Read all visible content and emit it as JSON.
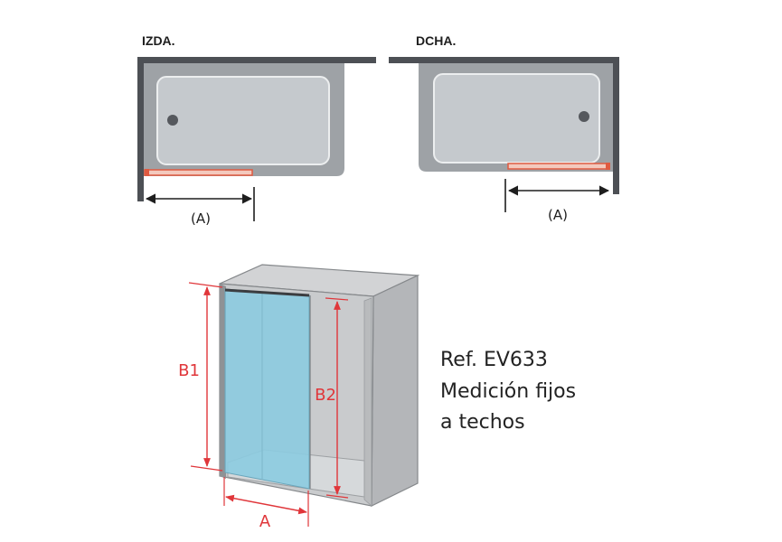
{
  "plans": [
    {
      "label": "IZDA.",
      "dimension": "(A)"
    },
    {
      "label": "DCHA.",
      "dimension": "(A)"
    }
  ],
  "elevation": {
    "width_label": "A",
    "height_fixed_label": "B1",
    "height_panel_label": "B2"
  },
  "caption": {
    "line1": "Ref. EV633",
    "line2": "Medición fijos",
    "line3": "a techos"
  },
  "colors": {
    "wall": "#4d5055",
    "tub": "#9ea2a6",
    "basin": "#c5c9cd",
    "screen_bar": "#e05a40",
    "dimension_red": "#e0363a",
    "glass_blue": "#8ccbe0"
  },
  "icons": [
    "drain-icon",
    "arrow-icon"
  ]
}
